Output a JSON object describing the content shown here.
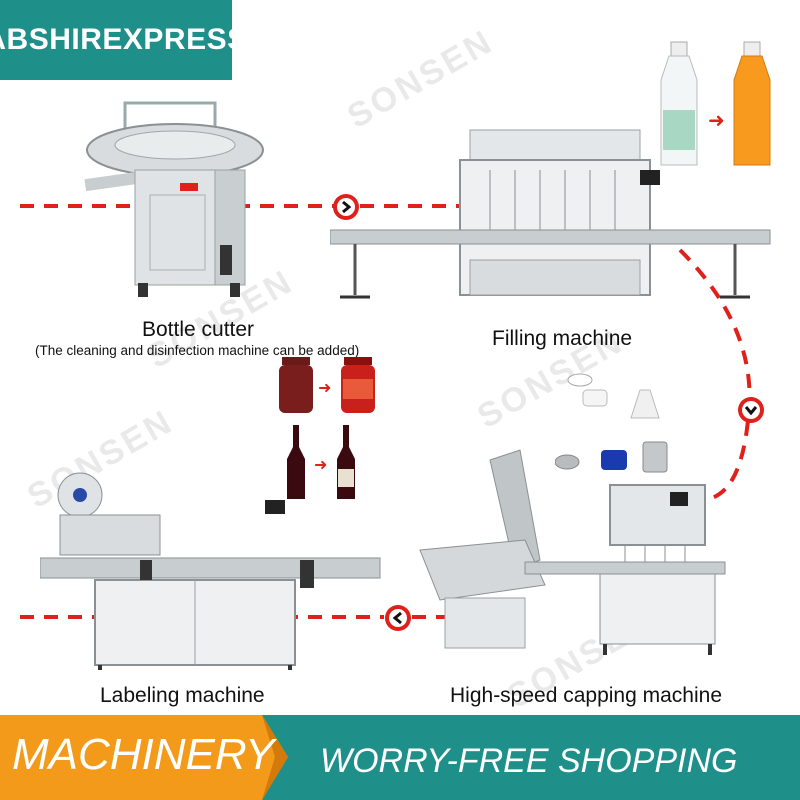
{
  "brand": {
    "name": "ABSHIREXPRESS",
    "color": "#1f8f8a"
  },
  "watermark": {
    "text": "SONSEN"
  },
  "flow_colors": {
    "line": "#e0201b",
    "accent": "#f39a1b",
    "teal": "#1f8f8a"
  },
  "machines": {
    "bottle_cutter": {
      "label": "Bottle cutter",
      "note": "(The cleaning and disinfection machine can be added)"
    },
    "filling": {
      "label": "Filling machine"
    },
    "capping": {
      "label": "High-speed capping machine"
    },
    "labeling": {
      "label": "Labeling machine"
    }
  },
  "footer": {
    "left": "MACHINERY",
    "right": "WORRY-FREE SHOPPING"
  },
  "flow_icons": [
    "arrow-right-icon",
    "arrow-down-icon",
    "arrow-left-icon"
  ]
}
